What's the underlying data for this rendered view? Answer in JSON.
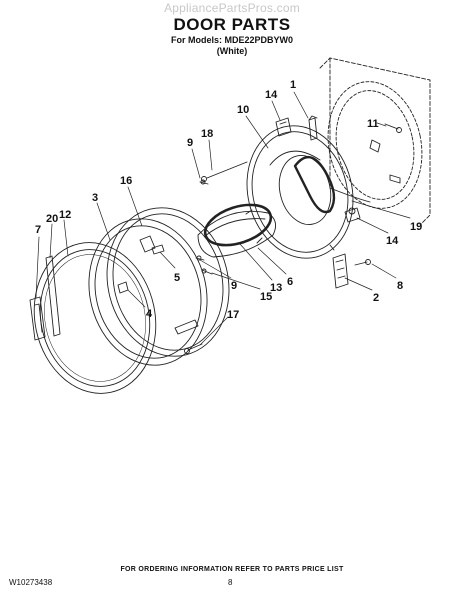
{
  "watermark": "AppliancePartsPros.com",
  "header": {
    "title": "DOOR PARTS",
    "models": "For Models: MDE22PDBYW0",
    "color": "(White)"
  },
  "callouts": [
    {
      "id": "c1",
      "label": "1"
    },
    {
      "id": "c14a",
      "label": "14"
    },
    {
      "id": "c10",
      "label": "10"
    },
    {
      "id": "c11",
      "label": "11"
    },
    {
      "id": "c9a",
      "label": "9"
    },
    {
      "id": "c18",
      "label": "18"
    },
    {
      "id": "c3",
      "label": "3"
    },
    {
      "id": "c16",
      "label": "16"
    },
    {
      "id": "c19",
      "label": "19"
    },
    {
      "id": "c14b",
      "label": "14"
    },
    {
      "id": "c20",
      "label": "20"
    },
    {
      "id": "c12",
      "label": "12"
    },
    {
      "id": "c7",
      "label": "7"
    },
    {
      "id": "c5",
      "label": "5"
    },
    {
      "id": "c6",
      "label": "6"
    },
    {
      "id": "c9b",
      "label": "9"
    },
    {
      "id": "c13",
      "label": "13"
    },
    {
      "id": "c8",
      "label": "8"
    },
    {
      "id": "c15",
      "label": "15"
    },
    {
      "id": "c2",
      "label": "2"
    },
    {
      "id": "c4",
      "label": "4"
    },
    {
      "id": "c17",
      "label": "17"
    }
  ],
  "footer": {
    "ordering_note": "FOR ORDERING INFORMATION REFER TO PARTS PRICE LIST",
    "doc_number": "W10273438",
    "page_number": "8"
  }
}
